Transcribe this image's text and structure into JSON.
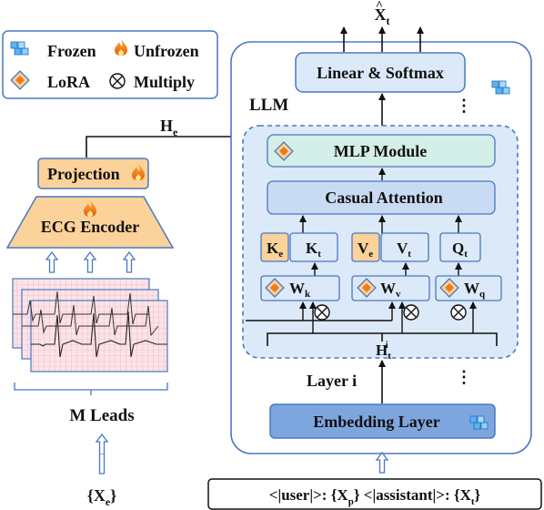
{
  "legend": {
    "frozen_label": "Frozen",
    "unfrozen_label": "Unfrozen",
    "lora_label": "LoRA",
    "multiply_label": "Multiply",
    "frozen_icon": "snowflake-cube-icon",
    "unfrozen_icon": "flame-icon",
    "lora_icon": "lora-diamond-icon",
    "multiply_icon": "circle-times-icon"
  },
  "encoder": {
    "projection_label": "Projection",
    "ecg_encoder_label": "ECG Encoder",
    "leads_label": "M Leads",
    "input_label": "{X",
    "input_sub": "e",
    "input_close": "}",
    "he_label": "H",
    "he_sub": "e"
  },
  "llm": {
    "title": "LLM",
    "output_label": "X",
    "output_sub": "t",
    "output_hat": "^",
    "linear_softmax_label": "Linear & Softmax",
    "mlp_label": "MLP Module",
    "attention_label": "Casual Attention",
    "layer_label": "Layer i",
    "embedding_label": "Embedding Layer",
    "dots": "⋮",
    "ke_label": "K",
    "ke_sub": "e",
    "kt_label": "K",
    "kt_sub": "t",
    "ve_label": "V",
    "ve_sub": "e",
    "vt_label": "V",
    "vt_sub": "t",
    "qt_label": "Q",
    "qt_sub": "t",
    "wk_label": "W",
    "wk_sub": "k",
    "wv_label": "W",
    "wv_sub": "v",
    "wq_label": "W",
    "wq_sub": "q",
    "hidden_label": "H",
    "hidden_sub": "t",
    "hidden_sup": "i"
  },
  "prompt": {
    "part1": "<|user|>: {X",
    "part1_sub": "p",
    "part2": "} <|assistant|>: {X",
    "part2_sub": "t",
    "part3": "}"
  },
  "colors": {
    "light_blue_fill": "#dce9f8",
    "mid_blue_fill": "#c9daf3",
    "embedding_fill": "#7ea6de",
    "mlp_fill": "#d4eee8",
    "orange_fill": "#fbd29a",
    "outline_blue": "#4a78c2",
    "ecg_pink": "#f6c9d2",
    "flame": "#f07a1c"
  }
}
